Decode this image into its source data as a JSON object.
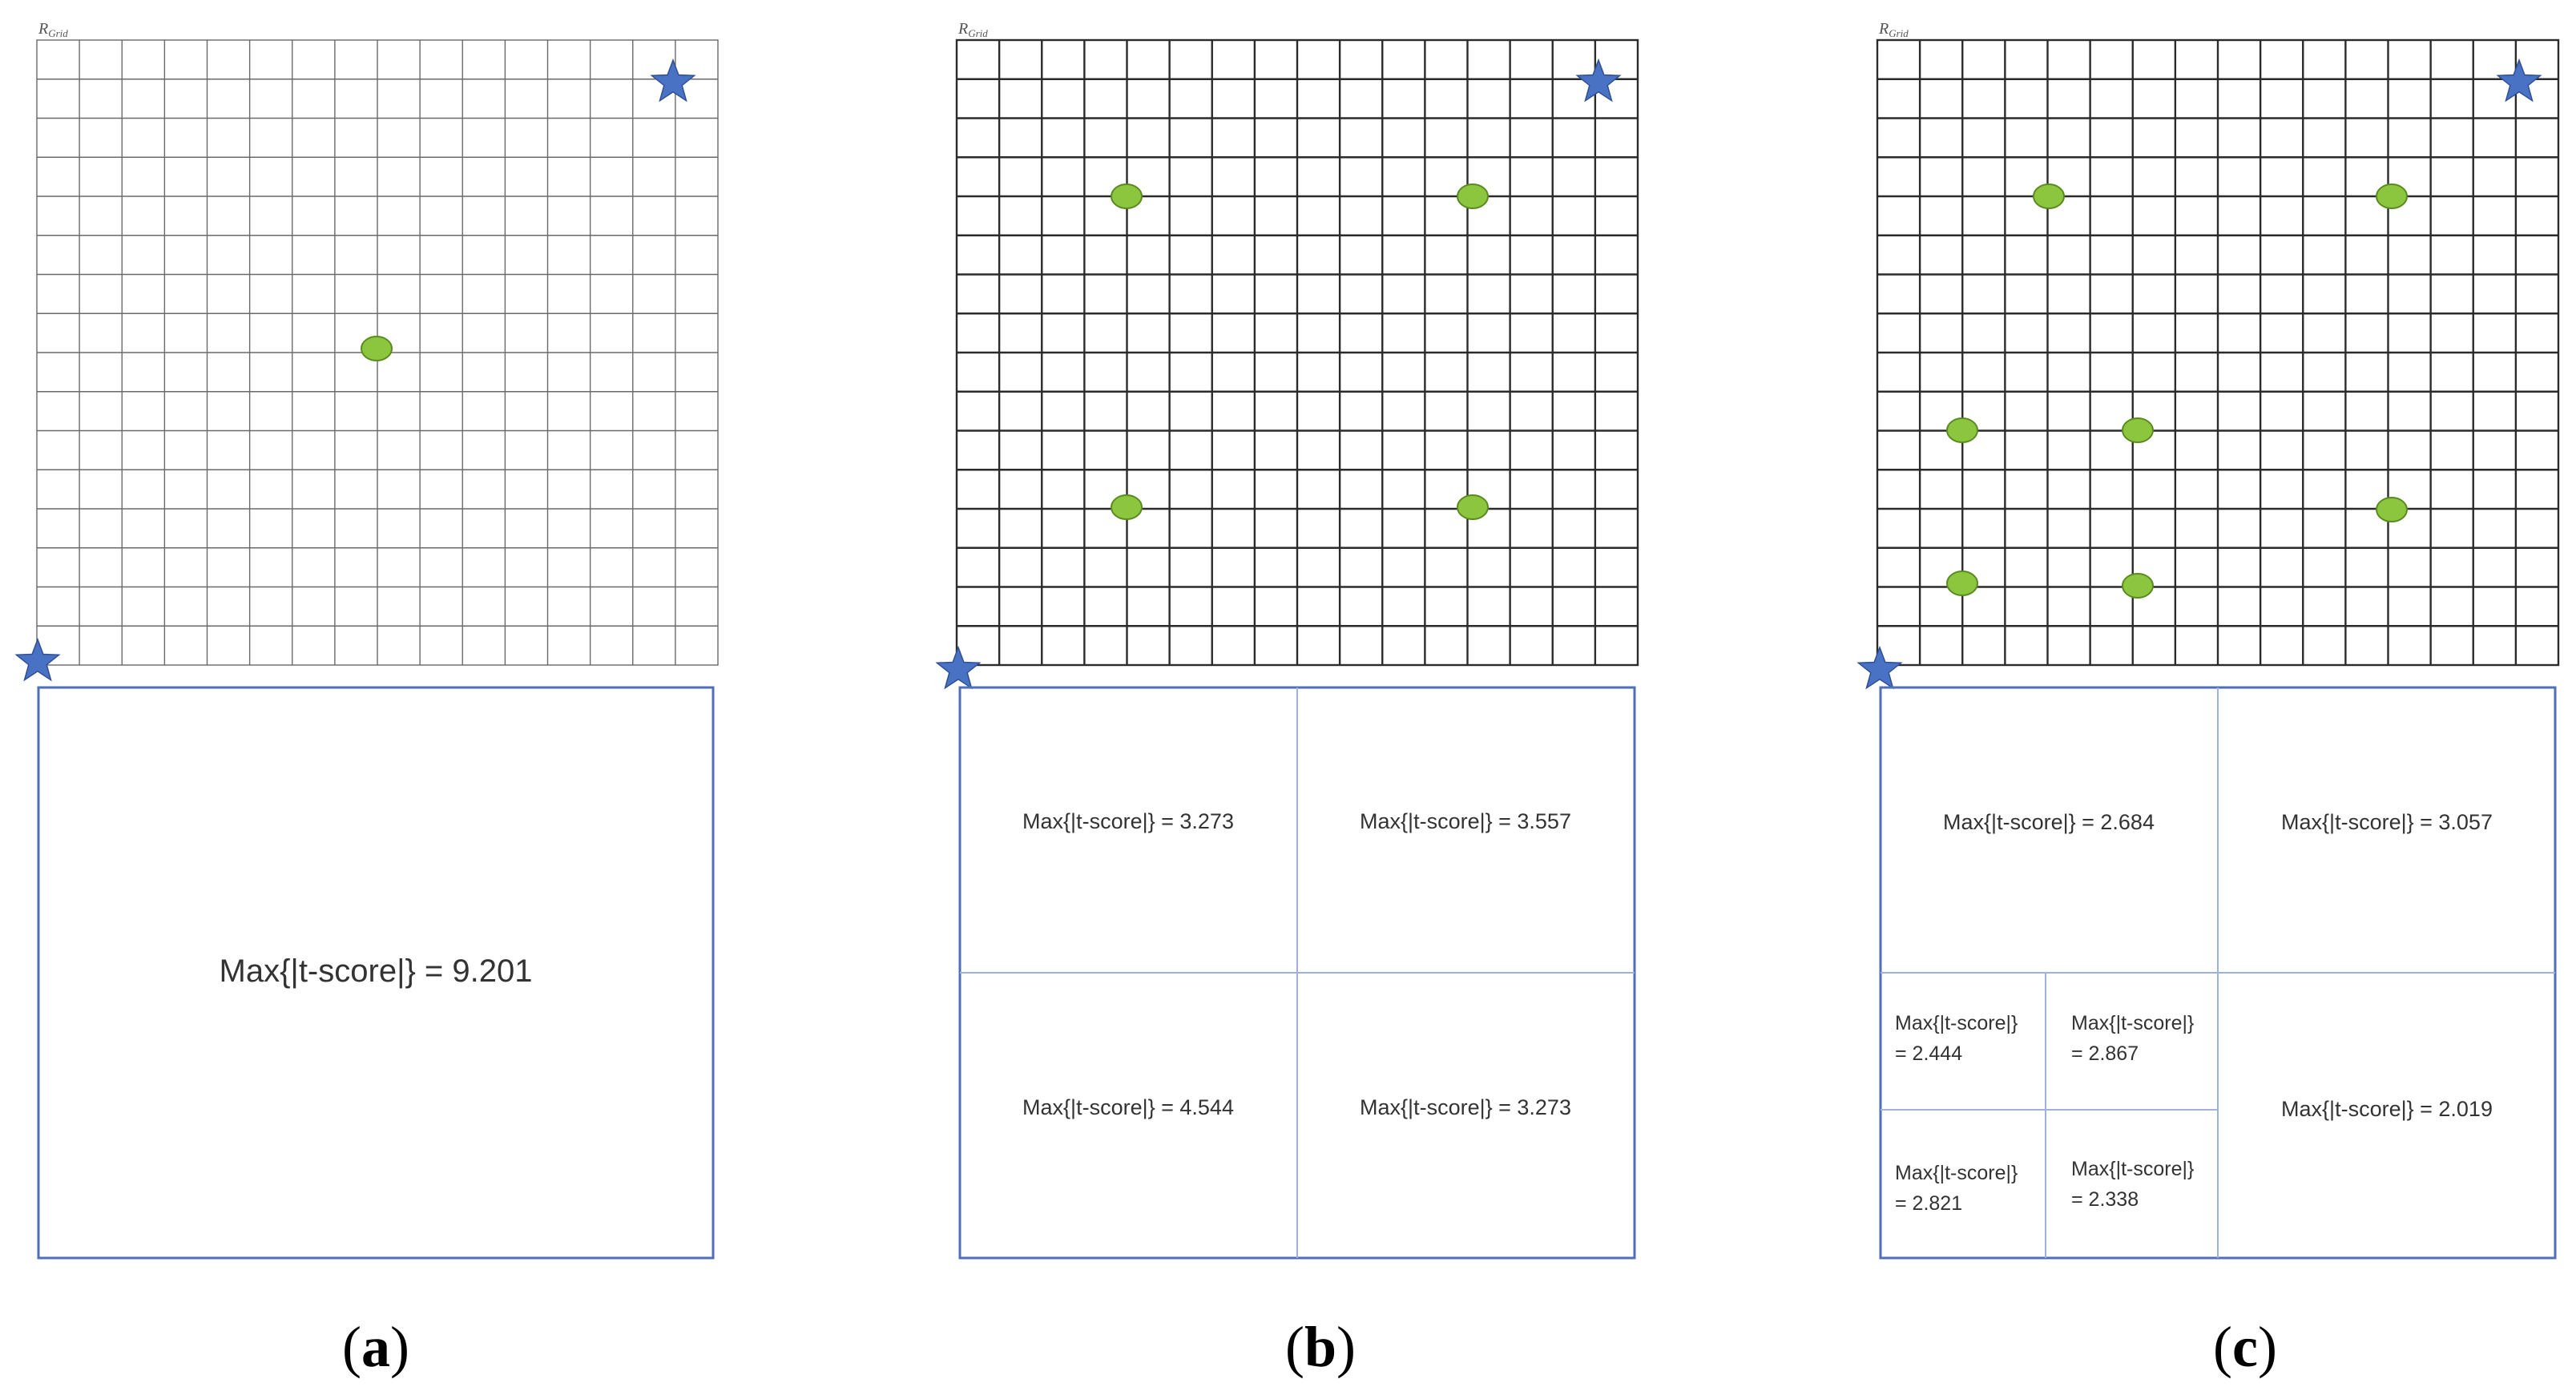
{
  "grid_label": "R",
  "grid_label_sub": "Grid",
  "colors": {
    "grid_line": "#333333",
    "panel_border": "#4f6fb8",
    "inner_divider": "#9db2dc",
    "star": "#4a72c4",
    "dot_fill": "#8cc63f",
    "dot_stroke": "#5a8a20"
  },
  "panels": [
    {
      "id": "a",
      "caption_letter": "a",
      "cells": [
        {
          "text": "Max{|t-score|} = 9.201"
        }
      ]
    },
    {
      "id": "b",
      "caption_letter": "b",
      "cells": [
        {
          "text": "Max{|t-score|} = 3.273"
        },
        {
          "text": "Max{|t-score|} = 3.557"
        },
        {
          "text": "Max{|t-score|} = 4.544"
        },
        {
          "text": "Max{|t-score|} = 3.273"
        }
      ]
    },
    {
      "id": "c",
      "caption_letter": "c",
      "cells": [
        {
          "text": "Max{|t-score|} = 2.684"
        },
        {
          "text": "Max{|t-score|} = 3.057"
        },
        {
          "line1": "Max{|t-score|}",
          "line2": "= 2.444"
        },
        {
          "line1": "Max{|t-score|}",
          "line2": "= 2.867"
        },
        {
          "text": "Max{|t-score|} = 2.019"
        },
        {
          "line1": "Max{|t-score|}",
          "line2": "= 2.821"
        },
        {
          "line1": "Max{|t-score|}",
          "line2": "= 2.338"
        }
      ]
    }
  ]
}
